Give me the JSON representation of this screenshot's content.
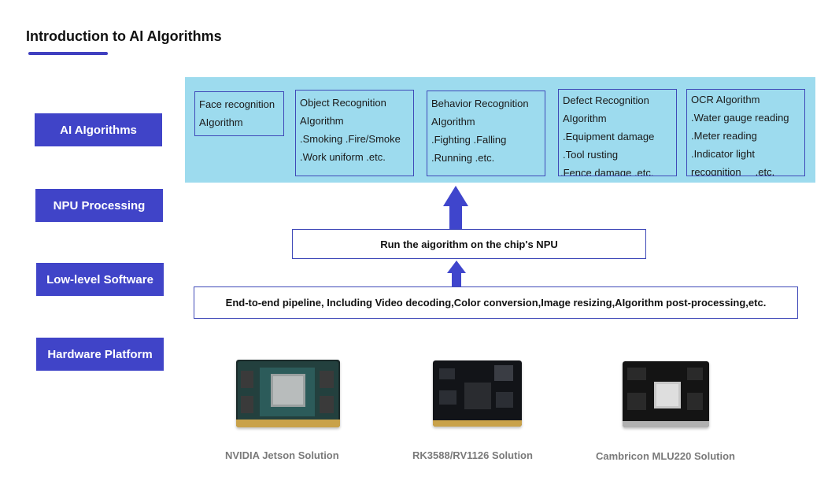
{
  "title": "Introduction to AI AIgorithms",
  "colors": {
    "accent": "#4044c8",
    "panel": "#9ddbee",
    "border": "#3f49b8",
    "caption": "#7a7a7a"
  },
  "layers": [
    {
      "label": "AI AIgorithms"
    },
    {
      "label": "NPU Processing"
    },
    {
      "label": "Low-level Software"
    },
    {
      "label": "Hardware Platform"
    }
  ],
  "algorithms": [
    {
      "lines": [
        "Face recognition",
        "AIgorithm"
      ]
    },
    {
      "lines": [
        "Object Recognition",
        "AIgorithm",
        ".Smoking  .Fire/Smoke",
        ".Work uniform .etc."
      ]
    },
    {
      "lines": [
        "Behavior Recognition",
        "AIgorithm",
        ".Fighting  .Falling",
        ".Running  .etc."
      ]
    },
    {
      "lines": [
        "Defect Recognition",
        "AIgorithm",
        ".Equipment damage",
        ".Tool rusting",
        ".Fence damage .etc."
      ]
    },
    {
      "lines": [
        "OCR AIgorithm",
        ".Water gauge reading",
        ".Meter reading",
        ".Indicator light",
        "recognition     .etc."
      ]
    }
  ],
  "npu_box": "Run the aigorithm on the chip's NPU",
  "pipeline_box": "End-to-end pipeline, Including Video decoding,Color conversion,Image resizing,AIgorithm post-processing,etc.",
  "hardware": [
    {
      "caption": "NVIDIA Jetson Solution",
      "icon": "nvidia-jetson-module-image"
    },
    {
      "caption": "RK3588/RV1126 Solution",
      "icon": "rockchip-module-image"
    },
    {
      "caption": "Cambricon MLU220 Solution",
      "icon": "cambricon-module-image"
    }
  ]
}
